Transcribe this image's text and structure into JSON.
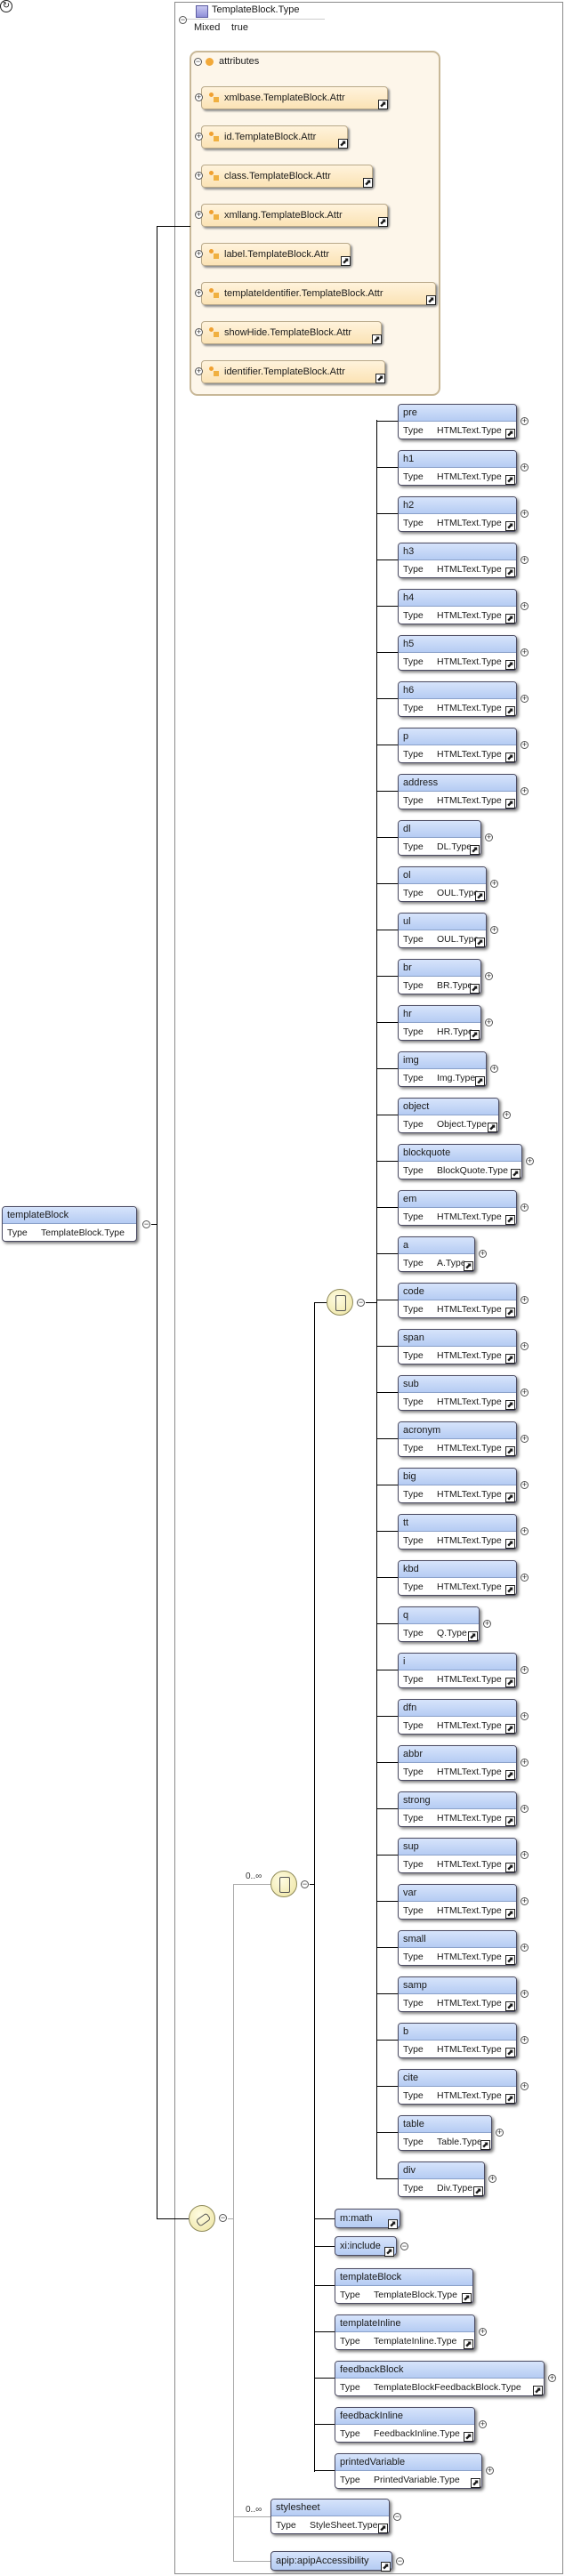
{
  "type_header": {
    "title": "TemplateBlock.Type",
    "mixed_label": "Mixed",
    "mixed_value": "true"
  },
  "attributes_group": {
    "title": "attributes",
    "items": [
      "xmlbase.TemplateBlock.Attr",
      "id.TemplateBlock.Attr",
      "class.TemplateBlock.Attr",
      "xmllang.TemplateBlock.Attr",
      "label.TemplateBlock.Attr",
      "templateIdentifier.TemplateBlock.Attr",
      "showHide.TemplateBlock.Attr",
      "identifier.TemplateBlock.Attr"
    ]
  },
  "root": {
    "name": "templateBlock",
    "type_label": "Type",
    "type": "TemplateBlock.Type"
  },
  "cardinality": {
    "choice_outer": "0..∞",
    "stylesheet": "0..∞"
  },
  "html_elements": [
    {
      "name": "pre",
      "type": "HTMLText.Type"
    },
    {
      "name": "h1",
      "type": "HTMLText.Type"
    },
    {
      "name": "h2",
      "type": "HTMLText.Type"
    },
    {
      "name": "h3",
      "type": "HTMLText.Type"
    },
    {
      "name": "h4",
      "type": "HTMLText.Type"
    },
    {
      "name": "h5",
      "type": "HTMLText.Type"
    },
    {
      "name": "h6",
      "type": "HTMLText.Type"
    },
    {
      "name": "p",
      "type": "HTMLText.Type"
    },
    {
      "name": "address",
      "type": "HTMLText.Type"
    },
    {
      "name": "dl",
      "type": "DL.Type"
    },
    {
      "name": "ol",
      "type": "OUL.Type"
    },
    {
      "name": "ul",
      "type": "OUL.Type"
    },
    {
      "name": "br",
      "type": "BR.Type"
    },
    {
      "name": "hr",
      "type": "HR.Type"
    },
    {
      "name": "img",
      "type": "Img.Type"
    },
    {
      "name": "object",
      "type": "Object.Type"
    },
    {
      "name": "blockquote",
      "type": "BlockQuote.Type"
    },
    {
      "name": "em",
      "type": "HTMLText.Type"
    },
    {
      "name": "a",
      "type": "A.Type"
    },
    {
      "name": "code",
      "type": "HTMLText.Type"
    },
    {
      "name": "span",
      "type": "HTMLText.Type"
    },
    {
      "name": "sub",
      "type": "HTMLText.Type"
    },
    {
      "name": "acronym",
      "type": "HTMLText.Type"
    },
    {
      "name": "big",
      "type": "HTMLText.Type"
    },
    {
      "name": "tt",
      "type": "HTMLText.Type"
    },
    {
      "name": "kbd",
      "type": "HTMLText.Type"
    },
    {
      "name": "q",
      "type": "Q.Type"
    },
    {
      "name": "i",
      "type": "HTMLText.Type"
    },
    {
      "name": "dfn",
      "type": "HTMLText.Type"
    },
    {
      "name": "abbr",
      "type": "HTMLText.Type"
    },
    {
      "name": "strong",
      "type": "HTMLText.Type"
    },
    {
      "name": "sup",
      "type": "HTMLText.Type"
    },
    {
      "name": "var",
      "type": "HTMLText.Type"
    },
    {
      "name": "small",
      "type": "HTMLText.Type"
    },
    {
      "name": "samp",
      "type": "HTMLText.Type"
    },
    {
      "name": "b",
      "type": "HTMLText.Type"
    },
    {
      "name": "cite",
      "type": "HTMLText.Type"
    },
    {
      "name": "table",
      "type": "Table.Type"
    },
    {
      "name": "div",
      "type": "Div.Type"
    }
  ],
  "refs": {
    "math": "m:math",
    "include": "xi:include"
  },
  "other_elements": [
    {
      "name": "templateBlock",
      "type": "TemplateBlock.Type"
    },
    {
      "name": "templateInline",
      "type": "TemplateInline.Type"
    },
    {
      "name": "feedbackBlock",
      "type": "TemplateBlockFeedbackBlock.Type"
    },
    {
      "name": "feedbackInline",
      "type": "FeedbackInline.Type"
    },
    {
      "name": "printedVariable",
      "type": "PrintedVariable.Type"
    }
  ],
  "stylesheet": {
    "name": "stylesheet",
    "type": "StyleSheet.Type"
  },
  "apip": "apip:apipAccessibility",
  "type_label": "Type",
  "colors": {
    "element_header": "#c6d8f7",
    "attribute_fill": "#fdebc8",
    "compositor": "#f3ecb5"
  }
}
